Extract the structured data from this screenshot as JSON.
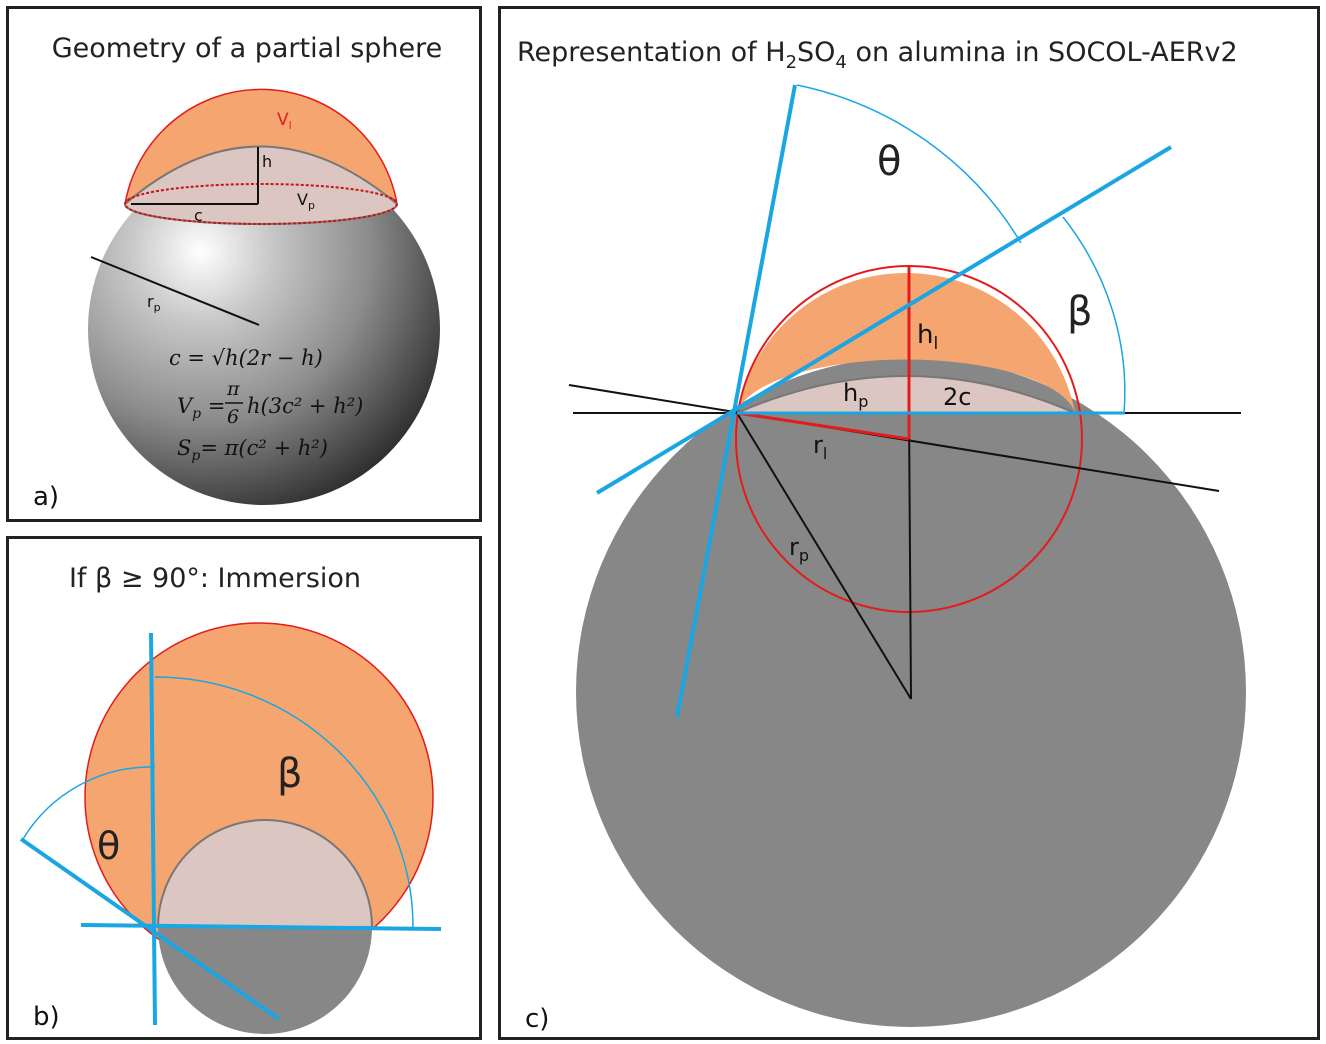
{
  "panel_a": {
    "title": "Geometry of a partial sphere",
    "label": "a)",
    "v_l": "V",
    "v_l_sub": "l",
    "h": "h",
    "c": "c",
    "v_p": "V",
    "v_p_sub": "p",
    "r_p": "r",
    "r_p_sub": "p",
    "formula_c": "c = √h(2r − h)",
    "formula_vp_lhs": "V",
    "formula_vp_lhs_sub": "p",
    "formula_vp_num": "π",
    "formula_vp_den": "6",
    "formula_vp_rhs": "h(3c² + h²)",
    "formula_sp_lhs": "S",
    "formula_sp_lhs_sub": "p",
    "formula_sp_rhs": "= π(c² + h²)"
  },
  "panel_b": {
    "title": "If β ≥ 90°: Immersion",
    "label": "b)",
    "beta": "β",
    "theta": "θ"
  },
  "panel_c": {
    "title_pre": "Representation of H",
    "title_sub1": "2",
    "title_mid": "SO",
    "title_sub2": "4",
    "title_post": " on alumina in SOCOL-AERv2",
    "label": "c)",
    "theta": "θ",
    "beta": "β",
    "h_l": "h",
    "h_l_sub": "l",
    "h_p": "h",
    "h_p_sub": "p",
    "two_c": "2c",
    "r_l": "r",
    "r_l_sub": "l",
    "r_p": "r",
    "r_p_sub": "p"
  },
  "colors": {
    "liquid": "#f5a670",
    "particle_cap": "#dcc6c2",
    "particle": "#878787",
    "blue": "#1aa6e2",
    "red": "#e41b1b"
  }
}
